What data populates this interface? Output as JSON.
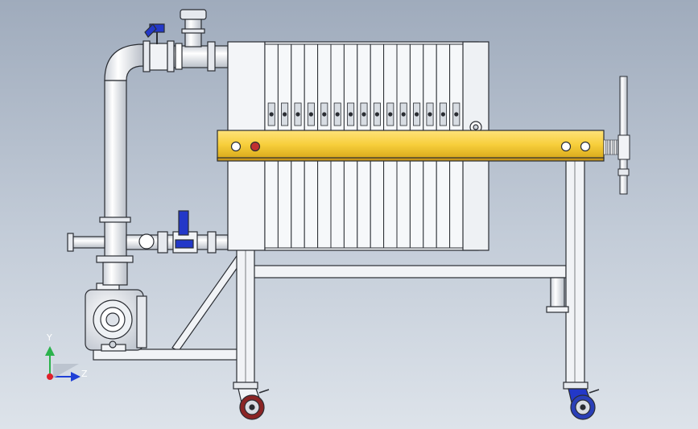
{
  "axes": {
    "y_label": "Y",
    "z_label": "Z",
    "y_color": "#2bb24c",
    "z_color": "#1f3fd6",
    "x_color": "#e0202a"
  },
  "colors": {
    "background_top": "#9fabbc",
    "background_bottom": "#dde3ea",
    "metal": "#f4f6f9",
    "outline": "#2a2d33",
    "beam": "#f7cf3c",
    "valve_blue": "#2338c8",
    "wheel_red": "#b03030",
    "indicator_red": "#c03030"
  },
  "filter_press": {
    "plate_count": 15
  }
}
